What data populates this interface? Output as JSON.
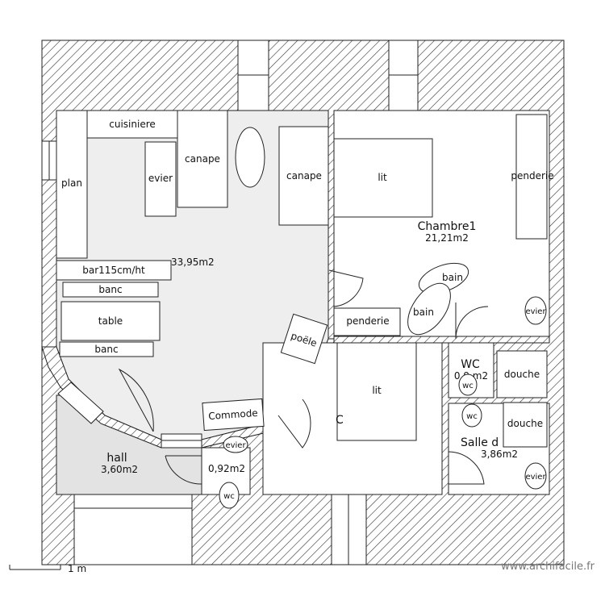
{
  "rooms": {
    "living_area": "33,95m2",
    "hall_name": "hall",
    "hall_area": "3,60m2",
    "small_area": "0,92m2",
    "chambre_name": "Chambre1",
    "chambre_area": "21,21m2",
    "wc_name": "WC",
    "wc_area": "0,9 m2",
    "salle_name": "Salle d",
    "salle_area": "3,86m2",
    "center_partial": "C"
  },
  "furniture": {
    "cuisiniere": "cuisiniere",
    "plan": "plan",
    "evier": "evier",
    "canape": "canape",
    "lit": "lit",
    "penderie": "penderie",
    "bar": "bar115cm/ht",
    "banc": "banc",
    "table": "table",
    "poele": "poële",
    "commode": "Commode",
    "bain": "bain",
    "douche": "douche",
    "wc": "wc"
  },
  "scale_label": "1 m",
  "credit": "www.archifacile.fr"
}
